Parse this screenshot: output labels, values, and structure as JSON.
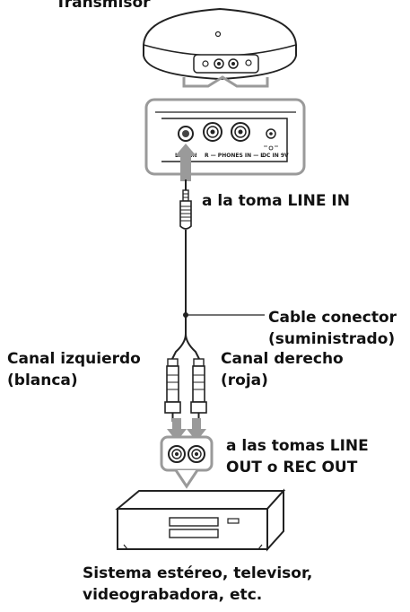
{
  "labels": {
    "transmitter": "Transmisor",
    "line_in_jack": "a la toma LINE IN",
    "cable_line1": "Cable conector",
    "cable_line2": "(suministrado)",
    "left_channel_line1": "Canal izquierdo",
    "left_channel_line2": "(blanca)",
    "right_channel_line1": "Canal derecho",
    "right_channel_line2": "(roja)",
    "line_out_line1": "a las tomas LINE",
    "line_out_line2": "OUT o REC OUT",
    "system_line1": "Sistema estéreo, televisor,",
    "system_line2": "videograbadora, etc."
  },
  "panel_markings": {
    "line_in": "LINE IN",
    "phones_in": "R — PHONES IN — L",
    "dc_in": "DC IN 9V"
  },
  "colors": {
    "line": "#222222",
    "arrow_gray": "#9a9a9a",
    "panel_border": "#9a9a9a",
    "jack_fill": "#444444"
  }
}
